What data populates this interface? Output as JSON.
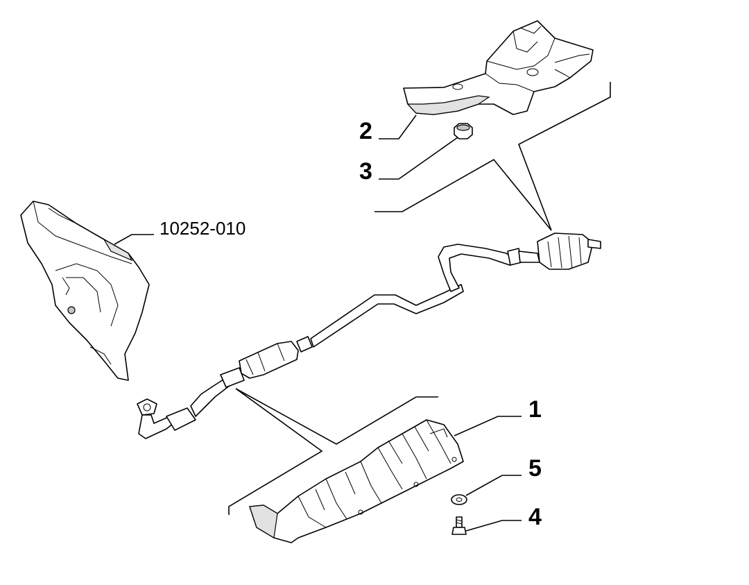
{
  "labels": {
    "part_1": "1",
    "part_2": "2",
    "part_3": "3",
    "part_4": "4",
    "part_5": "5",
    "ref_code": "10252-010"
  }
}
